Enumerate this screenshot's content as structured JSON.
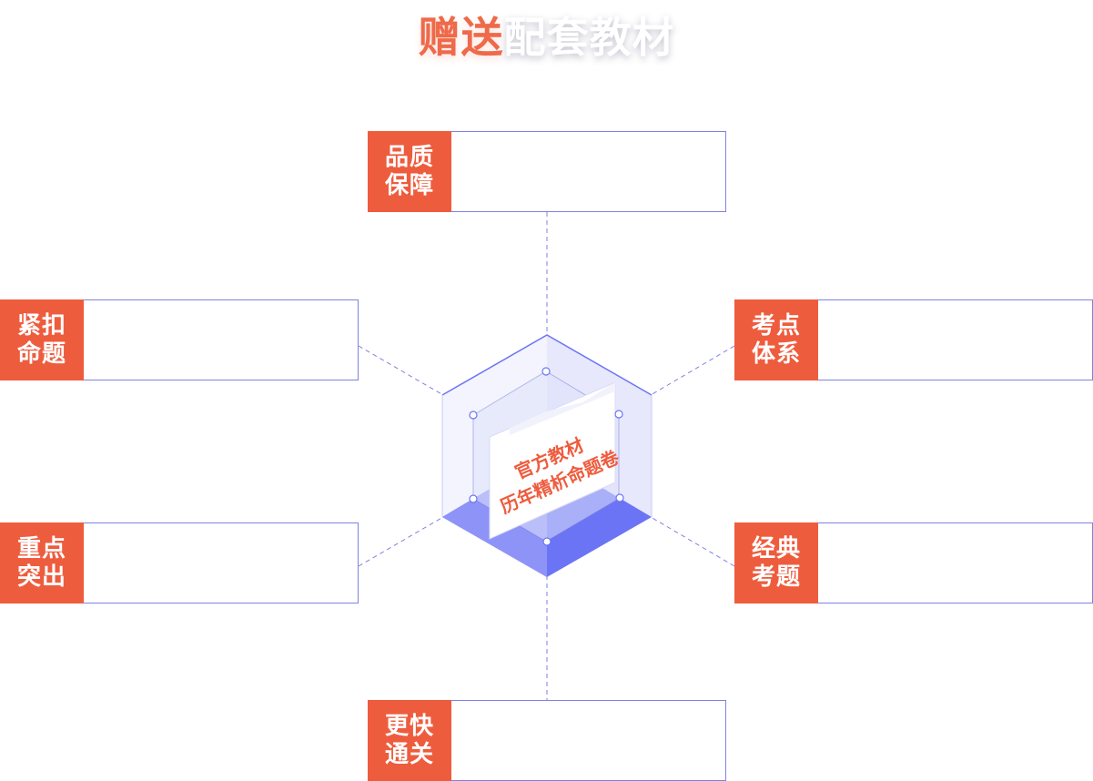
{
  "title": {
    "accent": "赠送",
    "rest": "配套教材"
  },
  "center": {
    "line1": "官方教材",
    "line2": "历年精析命题卷"
  },
  "cards": {
    "top": {
      "line1": "品质",
      "line2": "保障"
    },
    "left_upper": {
      "line1": "紧扣",
      "line2": "命题"
    },
    "right_upper": {
      "line1": "考点",
      "line2": "体系"
    },
    "left_lower": {
      "line1": "重点",
      "line2": "突出"
    },
    "right_lower": {
      "line1": "经典",
      "line2": "考题"
    },
    "bottom": {
      "line1": "更快",
      "line2": "通关"
    }
  },
  "colors": {
    "accent": "#ee5c3e",
    "title_accent": "#ee6a4a",
    "border": "#8082e0",
    "cube_dark": "#6b74f5",
    "cube_light": "#e8eafc"
  }
}
